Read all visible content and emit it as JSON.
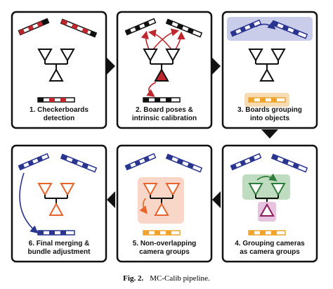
{
  "figure": {
    "caption_label": "Fig. 2.",
    "caption_text": "MC-Calib pipeline."
  },
  "panels": [
    {
      "line1": "1. Checkerboards",
      "line2": "detection"
    },
    {
      "line1": "2. Board poses &",
      "line2": "intrinsic calibration"
    },
    {
      "line1": "3. Boards grouping",
      "line2": "into objects"
    },
    {
      "line1": "4. Grouping cameras",
      "line2": "as camera groups"
    },
    {
      "line1": "5. Non-overlapping",
      "line2": "camera groups"
    },
    {
      "line1": "6. Final merging &",
      "line2": "bundle adjustment"
    }
  ],
  "colors": {
    "red": "#c0262d",
    "blue": "#2a3590",
    "orange": "#e8642b",
    "green": "#2f7d3b",
    "magenta": "#8b1d5e",
    "blue_group_bg": "#c9cdea",
    "orange_group_bg": "#f6dcb5",
    "green_group_bg": "#bfdcc0",
    "magenta_group_bg": "#e7c3df",
    "peach_group_bg": "#f8d7c9",
    "marker_gold": "#f0a32a"
  }
}
